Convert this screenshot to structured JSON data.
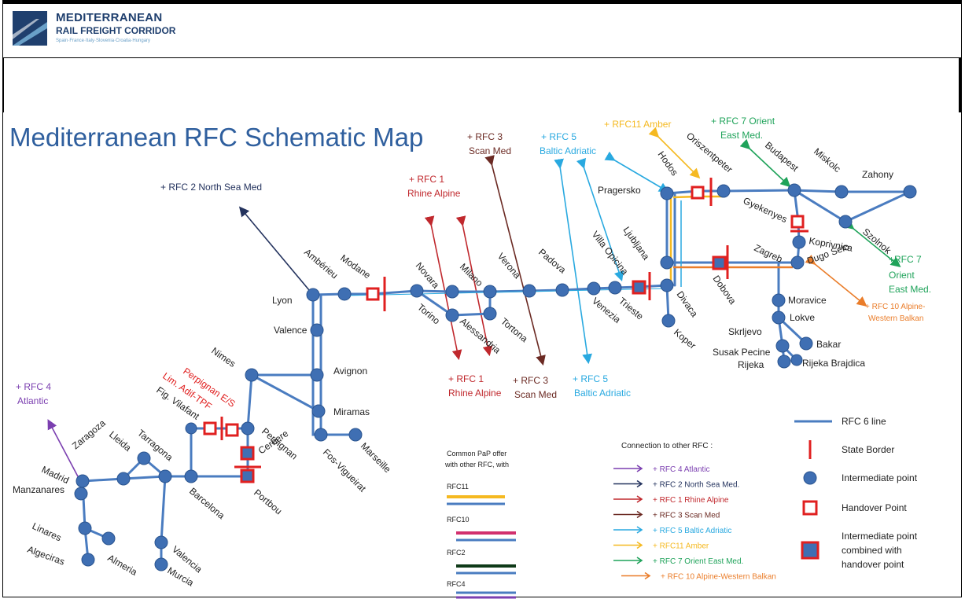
{
  "header": {
    "logo_line1": "MEDITERRANEAN",
    "logo_line2": "RAIL FREIGHT CORRIDOR",
    "logo_line3": "Spain·France·Italy·Slovenia·Croatia·Hungary"
  },
  "map": {
    "title": "Mediterranean RFC Schematic Map",
    "cities": {
      "lyon": "Lyon",
      "amberieu": "Ambérieu",
      "modane": "Modane",
      "valence": "Valence",
      "avignon": "Avignon",
      "nimes": "Nimes",
      "miramas": "Miramas",
      "marseille": "Marseille",
      "fos": "Fos-Vigueirat",
      "perpignan": "Perpignan",
      "cerbere": "Cerbere",
      "portbou": "Portbou",
      "figvilafant": "Fig. Vilafant",
      "barcelona": "Barcelona",
      "tarragona": "Tarragona",
      "lleida": "Lleida",
      "zaragoza": "Zaragoza",
      "madrid": "Madrid",
      "manzanares": "Manzanares",
      "linares": "Linares",
      "algeciras": "Algeciras",
      "almeria": "Almeria",
      "valencia": "Valencia",
      "murcia": "Murcia",
      "torino": "Torino",
      "novara": "Novara",
      "milano": "Milano",
      "alessandria": "Alessandria",
      "tortona": "Tortona",
      "verona": "Verona",
      "padova": "Padova",
      "venezia": "Venezia",
      "trieste": "Trieste",
      "villaopicina": "Villa Opicina",
      "divaca": "Divaca",
      "koper": "Koper",
      "ljubljana": "Ljubljana",
      "pragersko": "Pragersko",
      "hodos": "Hodos",
      "oriszentpeter": "Oriszentpeter",
      "budapest": "Budapest",
      "miskolc": "Miskolc",
      "zahony": "Zahony",
      "szolnok": "Szolnok",
      "gyekenyes": "Gyekenyes",
      "koprivnica": "Koprivnica",
      "dugoselo": "Dugo Selo",
      "zagreb": "Zagreb",
      "dobova": "Dobova",
      "moravice": "Moravice",
      "lokve": "Lokve",
      "skrljevo": "Skrljevo",
      "bakar": "Bakar",
      "susakpecine": "Susak Pecine",
      "rijeka": "Rijeka",
      "rijekabrajdica": "Rijeka Brajdica",
      "perpignan_es": "Perpignan E/S",
      "lim_adif": "Lim. Adif-TPF"
    },
    "rfc_labels": {
      "rfc2": "+ RFC 2  North Sea Med",
      "rfc1_top_a": "+ RFC 1",
      "rfc1_top_b": "Rhine Alpine",
      "rfc3_top_a": "+ RFC 3",
      "rfc3_top_b": "Scan Med",
      "rfc5_top_a": "+ RFC 5",
      "rfc5_top_b": "Baltic Adriatic",
      "rfc11_top": "+ RFC11 Amber",
      "rfc7_top_a": "+ RFC 7 Orient",
      "rfc7_top_b": "East Med.",
      "rfc7_right_a": "+RFC 7",
      "rfc7_right_b": "Orient",
      "rfc7_right_c": "East Med.",
      "rfc10_a": "+ RFC 10 Alpine-",
      "rfc10_b": "Western Balkan",
      "rfc4_a": "+ RFC 4",
      "rfc4_b": "Atlantic",
      "rfc1_bot_a": "+ RFC 1",
      "rfc1_bot_b": "Rhine Alpine",
      "rfc3_bot_a": "+ RFC 3",
      "rfc3_bot_b": "Scan Med",
      "rfc5_bot_a": "+ RFC 5",
      "rfc5_bot_b": "Baltic Adriatic"
    },
    "pap_box": {
      "title_a": "Common PaP offer",
      "title_b": "with other RFC, with",
      "items": [
        "RFC11",
        "RFC10",
        "RFC2",
        "RFC4"
      ]
    },
    "connection_legend": {
      "title": "Connection to other RFC :",
      "items": [
        {
          "label": "+ RFC 4 Atlantic",
          "color": "#7b3fb0"
        },
        {
          "label": "+ RFC 2 North Sea Med.",
          "color": "#24335e"
        },
        {
          "label": "+ RFC 1 Rhine Alpine",
          "color": "#c0282d"
        },
        {
          "label": "+ RFC 3 Scan Med",
          "color": "#6b2a23"
        },
        {
          "label": "+ RFC 5 Baltic Adriatic",
          "color": "#29a9e0"
        },
        {
          "label": "+ RFC11 Amber",
          "color": "#f5b921"
        },
        {
          "label": "+ RFC 7 Orient East Med.",
          "color": "#1fa35a"
        },
        {
          "label": "+ RFC 10 Alpine-Western Balkan",
          "color": "#ea7d2a"
        }
      ]
    },
    "symbol_legend": {
      "line": "RFC 6 line",
      "border": "State Border",
      "intermediate": "Intermediate point",
      "handover": "Handover Point",
      "combined_a": "Intermediate point",
      "combined_b": "combined with",
      "combined_c": "handover point"
    },
    "colors": {
      "rfc6": "#4a7cc0",
      "node": "#3f6fb3",
      "node_stroke": "#2b5590",
      "border": "#e02020",
      "title": "#2f5f9e",
      "text": "#222222"
    }
  }
}
